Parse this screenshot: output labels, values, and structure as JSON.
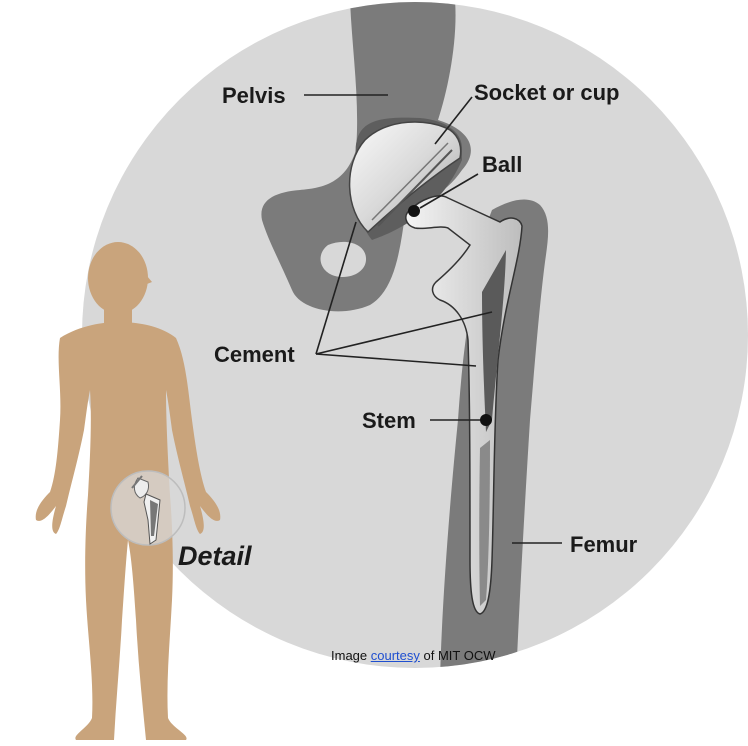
{
  "labels": {
    "pelvis": "Pelvis",
    "socket": "Socket or cup",
    "ball": "Ball",
    "cement": "Cement",
    "stem": "Stem",
    "femur": "Femur",
    "detail": "Detail"
  },
  "credit": {
    "prefix": "Image ",
    "link": "courtesy",
    "suffix": " of MIT OCW"
  },
  "colors": {
    "circle": "#d8d8d8",
    "bone": "#7a7a7a",
    "implant": "#e6e6e6",
    "skin": "#c9a47c"
  }
}
